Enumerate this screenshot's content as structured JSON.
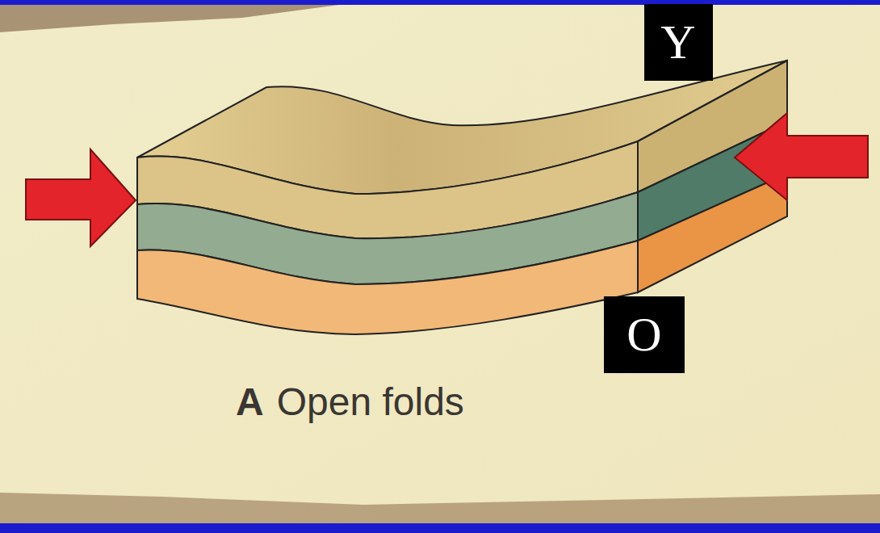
{
  "diagram": {
    "nodes": [
      {
        "text": [
          "Y"
        ]
      },
      {
        "text": [
          "O"
        ]
      }
    ],
    "labels": [
      "A",
      "Open folds"
    ]
  }
}
